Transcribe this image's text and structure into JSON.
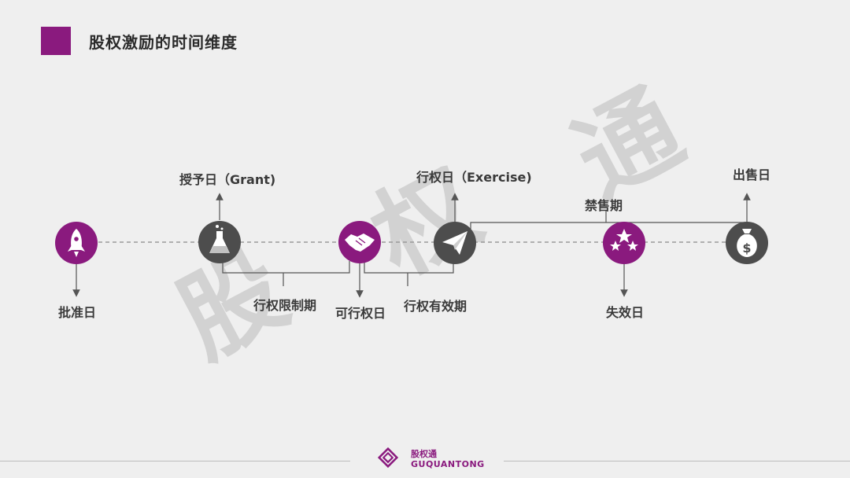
{
  "title": "股权激励的时间维度",
  "watermark": [
    "股",
    "权",
    "通"
  ],
  "colors": {
    "accent": "#8a1a7e",
    "dark_icon": "#4d4d4d",
    "line": "#9a9a9a"
  },
  "nodes": [
    {
      "id": "approve",
      "icon": "rocket-icon",
      "label": "批准日"
    },
    {
      "id": "grant",
      "icon": "flask-icon",
      "label": "授予日（Grant)"
    },
    {
      "id": "vest",
      "icon": "handshake-icon",
      "label": "可行权日"
    },
    {
      "id": "exercise",
      "icon": "paper-plane-icon",
      "label": "行权日（Exercise)"
    },
    {
      "id": "expire",
      "icon": "stars-icon",
      "label": "失效日"
    },
    {
      "id": "sell",
      "icon": "money-bag-icon",
      "label": "出售日"
    }
  ],
  "periods": {
    "restriction": "行权限制期",
    "valid": "行权有效期",
    "lockup": "禁售期"
  },
  "footer": {
    "brand_cn": "股权通",
    "brand_en": "GUQUANTONG"
  }
}
